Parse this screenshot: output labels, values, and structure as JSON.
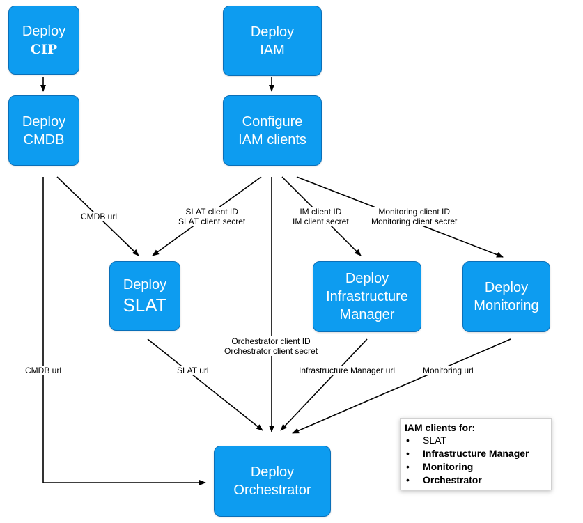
{
  "nodes": {
    "deploy_cip": {
      "lines": [
        "Deploy",
        "CIP"
      ]
    },
    "deploy_iam": {
      "lines": [
        "Deploy",
        "IAM"
      ]
    },
    "deploy_cmdb": {
      "lines": [
        "Deploy",
        "CMDB"
      ]
    },
    "configure_iam_clients": {
      "lines": [
        "Configure",
        "IAM clients"
      ]
    },
    "deploy_slat": {
      "lines": [
        "Deploy",
        "SLAT"
      ]
    },
    "deploy_im": {
      "lines": [
        "Deploy",
        "Infrastructure",
        "Manager"
      ]
    },
    "deploy_monitoring": {
      "lines": [
        "Deploy",
        "Monitoring"
      ]
    },
    "deploy_orchestrator": {
      "lines": [
        "Deploy",
        "Orchestrator"
      ]
    }
  },
  "edge_labels": {
    "cmdb_to_slat": [
      "CMDB url"
    ],
    "iam_to_slat": [
      "SLAT client ID",
      "SLAT client secret"
    ],
    "iam_to_im": [
      "IM client ID",
      "IM client secret"
    ],
    "iam_to_monitoring": [
      "Monitoring client ID",
      "Monitoring client secret"
    ],
    "iam_to_orchestrator": [
      "Orchestrator client ID",
      "Orchestrator client secret"
    ],
    "cmdb_to_orchestrator": [
      "CMDB url"
    ],
    "slat_to_orchestrator": [
      "SLAT url"
    ],
    "im_to_orchestrator": [
      "Infrastructure Manager url"
    ],
    "monitoring_to_orchestrator": [
      "Monitoring url"
    ]
  },
  "legend": {
    "title": "IAM clients for:",
    "bullet": "•",
    "items": [
      "SLAT",
      "Infrastructure Manager",
      "Monitoring",
      "Orchestrator"
    ]
  },
  "colors": {
    "node_fill": "#0d9cf0",
    "node_border": "#0a6fb8",
    "node_text": "#ffffff",
    "edge": "#000000"
  }
}
